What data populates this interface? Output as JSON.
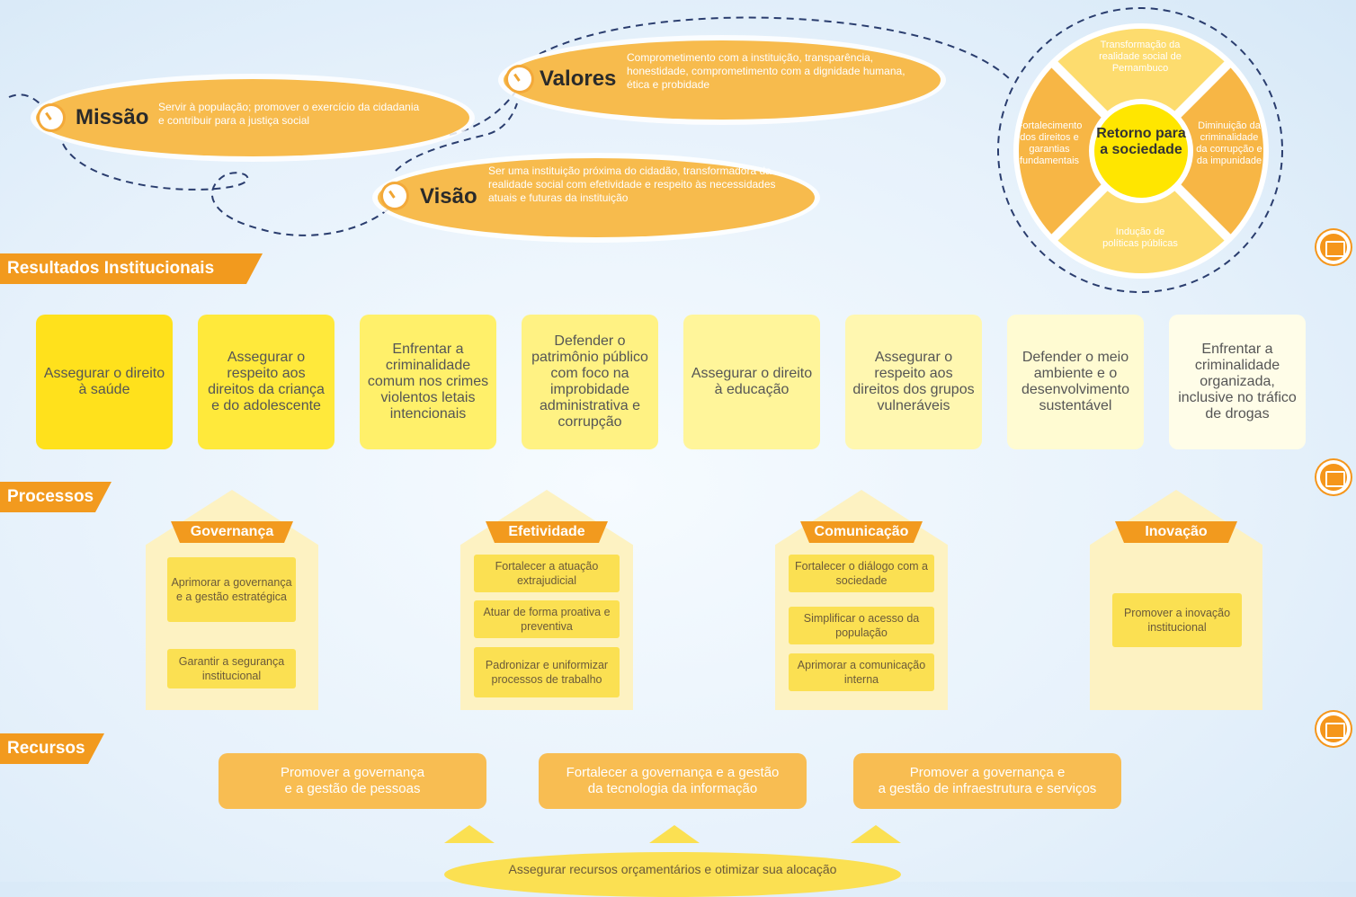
{
  "header": {
    "missao": {
      "title": "Missão",
      "text": "Servir à população; promover o exercício da cidadania e contribuir para a justiça social"
    },
    "valores": {
      "title": "Valores",
      "text": "Comprometimento com a instituição, transparência, honestidade, comprometimento com a dignidade humana, ética e probidade"
    },
    "visao": {
      "title": "Visão",
      "text": "Ser uma instituição próxima do cidadão, transformadora da realidade social com efetividade e respeito às necessidades atuais e futuras da instituição"
    }
  },
  "wheel": {
    "center": "Retorno para a sociedade",
    "top": "Transformação da realidade social de Pernambuco",
    "right": "Diminuição da criminalidade da corrupção e da impunidade",
    "bottom": "Indução de políticas públicas",
    "left": "Fortalecimento dos direitos e garantias fundamentais"
  },
  "sections": {
    "resultados": "Resultados Institucionais",
    "processos": "Processos",
    "recursos": "Recursos"
  },
  "results": [
    {
      "label": "Assegurar o direito à saúde",
      "color": "#ffe11c"
    },
    {
      "label": "Assegurar o respeito aos direitos da criança e do adolescente",
      "color": "#ffe93b"
    },
    {
      "label": "Enfrentar a criminalidade comum nos crimes violentos letais intencionais",
      "color": "#fff06a"
    },
    {
      "label": "Defender o patrimônio público com foco na improbidade administrativa e corrupção",
      "color": "#fff283"
    },
    {
      "label": "Assegurar o direito à educação",
      "color": "#fff59a"
    },
    {
      "label": "Assegurar o respeito aos direitos dos grupos vulneráveis",
      "color": "#fff7b0"
    },
    {
      "label": "Defender o meio ambiente e o desenvolvimento sustentável",
      "color": "#fffbd2"
    },
    {
      "label": "Enfrentar a criminalidade organizada, inclusive no tráfico de drogas",
      "color": "#fffde8"
    }
  ],
  "processes": [
    {
      "title": "Governança",
      "items": [
        "Aprimorar a governança e a gestão estratégica",
        "Garantir a segurança institucional"
      ]
    },
    {
      "title": "Efetividade",
      "items": [
        "Fortalecer a atuação extrajudicial",
        "Atuar de forma proativa e preventiva",
        "Padronizar e uniformizar processos de trabalho"
      ]
    },
    {
      "title": "Comunicação",
      "items": [
        "Fortalecer o diálogo com a sociedade",
        "Simplificar o acesso da população",
        "Aprimorar a comunicação interna"
      ]
    },
    {
      "title": "Inovação",
      "items": [
        "Promover a inovação institucional"
      ]
    }
  ],
  "resources": [
    "Promover a governança\ne a gestão de pessoas",
    "Fortalecer a governança e a gestão\nda tecnologia da informação",
    "Promover a governança e\na gestão de infraestrutura e serviços"
  ],
  "budget": "Assegurar recursos orçamentários e otimizar sua alocação",
  "icons": [
    "document-icon",
    "briefcase-icon",
    "briefcase-icon"
  ],
  "colors": {
    "accent": "#f29a1e",
    "ellipse": "#f7bb4d",
    "wheel_center": "#ffe600"
  }
}
